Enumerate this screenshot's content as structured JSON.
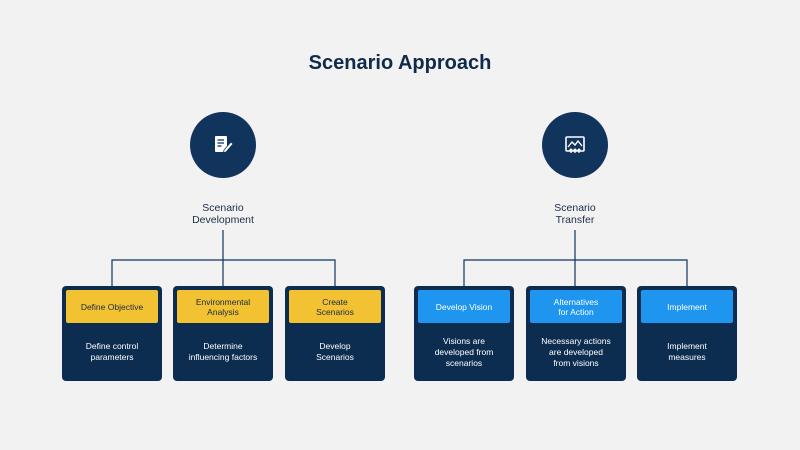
{
  "title": "Scenario Approach",
  "colors": {
    "navy": "#0d2d50",
    "yellow": "#f2c232",
    "blue": "#1e96f0",
    "background": "#f2f2f2"
  },
  "branches": [
    {
      "label": "Scenario\nDevelopment",
      "icon": "document-edit-icon",
      "steps": [
        {
          "heading": "Define Objective",
          "body": "Define control\nparameters"
        },
        {
          "heading": "Environmental\nAnalysis",
          "body": "Determine\ninfluencing factors"
        },
        {
          "heading": "Create\nScenarios",
          "body": "Develop\nScenarios"
        }
      ]
    },
    {
      "label": "Scenario\nTransfer",
      "icon": "image-transfer-icon",
      "steps": [
        {
          "heading": "Develop Vision",
          "body": "Visions are\ndeveloped from\nscenarios"
        },
        {
          "heading": "Alternatives\nfor Action",
          "body": "Necessary actions\nare developed\nfrom visions"
        },
        {
          "heading": "Implement",
          "body": "Implement\nmeasures"
        }
      ]
    }
  ]
}
